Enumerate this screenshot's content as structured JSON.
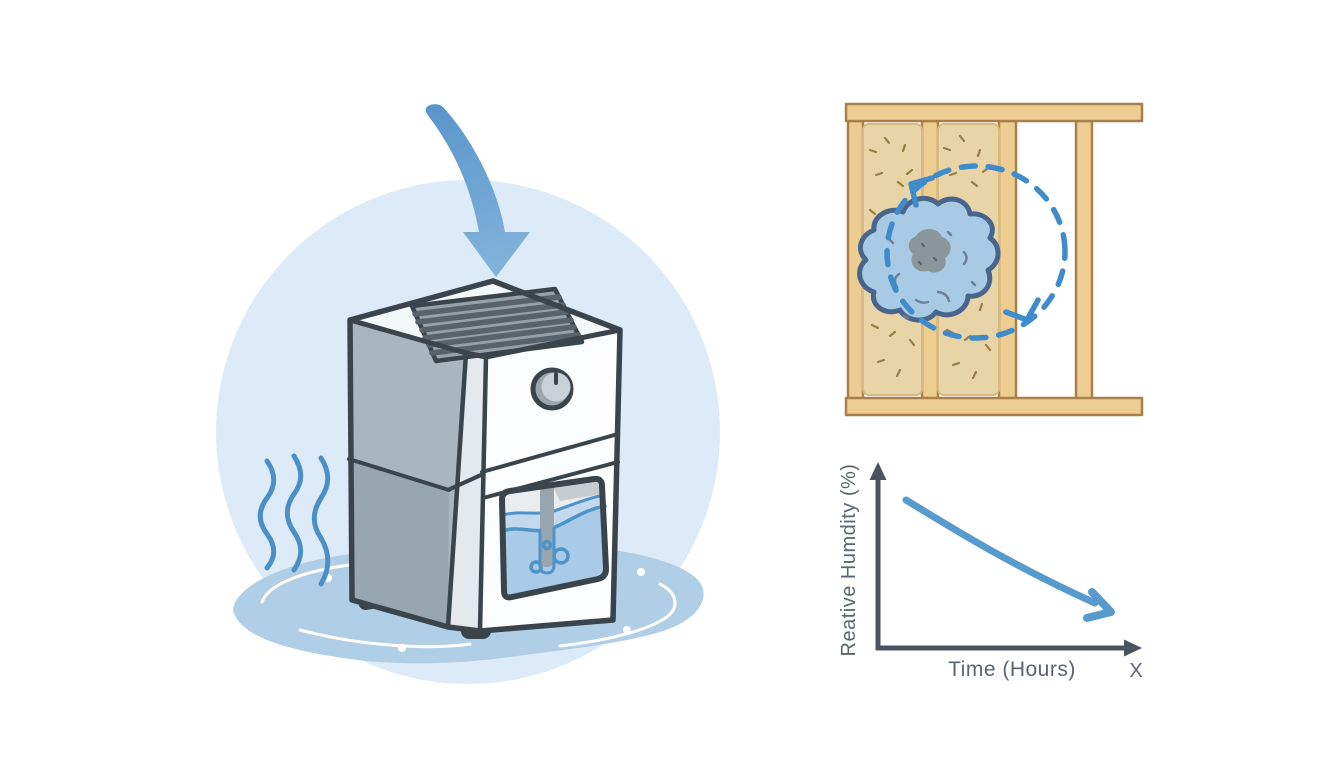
{
  "palette": {
    "bg": "#ffffff",
    "outline": "#3a444c",
    "circle_bg": "#dcebf7",
    "puddle": "#b1cee7",
    "wave_blue": "#4a8fc7",
    "arrow_start": "#5a96ca",
    "arrow_end": "#82b3db",
    "top_face": "#f5f8fa",
    "front_face": "#fcfdfe",
    "corner_strip": "#e4e9ed",
    "side_upper": "#aab6bf",
    "side_lower": "#98a6b0",
    "grill_bg": "#97a1a9",
    "grill_slat": "#58626a",
    "knob_base": "#9aa5ae",
    "knob_cap": "#c9d1d8",
    "window_bg": "#e9edf0",
    "window_shadow": "#c5cdd3",
    "water": "#a9cbe7",
    "water_surface": "#c3daee",
    "water_line": "#4f94c8",
    "tube": "#9aa6af",
    "feet": "#39434a",
    "wood": "#edcd92",
    "wood_outline": "#a9804a",
    "insulation": "#e8d4a6",
    "insulation_speck": "#9b7c45",
    "patch": "#a8cae4",
    "patch_outline": "#49658b",
    "patch_mark": "#6d8095",
    "mold": "#8c969d",
    "dashed_arrow": "#3e8ccb",
    "axis": "#49545e",
    "label": "#5b6570",
    "curve": "#569ace"
  },
  "icons": {
    "airflow": "curved-down-arrow-icon",
    "moisture": "vapor-wave-icon",
    "circulation": "dashed-circulation-arrow-icon",
    "trend": "declining-arrow-icon"
  },
  "scene": {
    "left_panel": {
      "subject": "dehumidifier on wet floor puddle with air drawn in from above and moisture evaporating at left"
    },
    "wall_panel": {
      "subject": "wall framing cutaway with insulation, moisture patch with mold spot, and circulating air dashed arrow"
    },
    "chart": {
      "y_axis_label": "Reative Humdity (%)",
      "x_axis_label": "Time (Hours)",
      "x_end_label": "X"
    }
  },
  "chart_data": {
    "type": "line",
    "title": "",
    "xlabel": "Time (Hours)",
    "ylabel": "Reative Humdity (%)",
    "x_end_annotation": "X",
    "trend": "decreasing",
    "grid": false,
    "legend": "none",
    "tick_labels": "none",
    "series": [
      {
        "name": "relative-humidity-over-time",
        "style": "arrow-line",
        "points_normalized": [
          [
            0.11,
            0.85
          ],
          [
            0.4,
            0.62
          ],
          [
            0.7,
            0.42
          ],
          [
            0.93,
            0.25
          ]
        ]
      }
    ]
  }
}
